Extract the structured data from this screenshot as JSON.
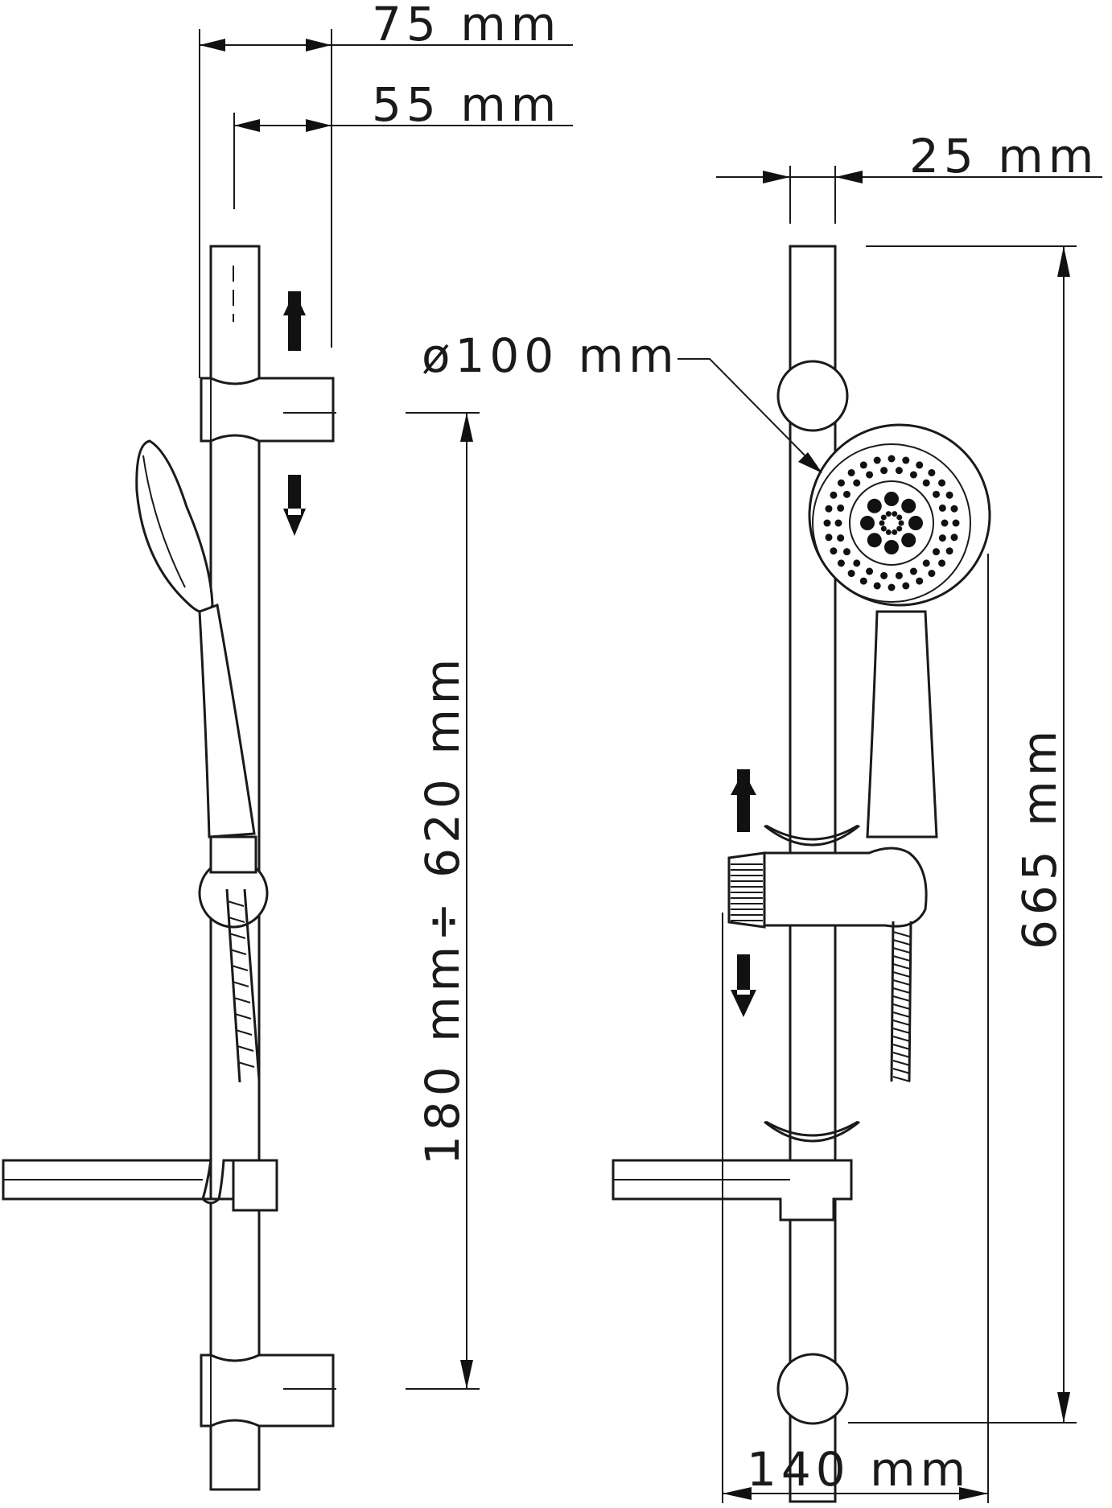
{
  "dimensions": {
    "overall_depth": "75 mm",
    "bar_offset": "55 mm",
    "bar_diameter": "25 mm",
    "head_diameter": "ø100 mm",
    "bracket_spacing": "180 mm÷ 620 mm",
    "bar_length": "665 mm",
    "overall_width": "140 mm"
  },
  "colors": {
    "line": "#1a1a1a",
    "background": "#ffffff"
  }
}
